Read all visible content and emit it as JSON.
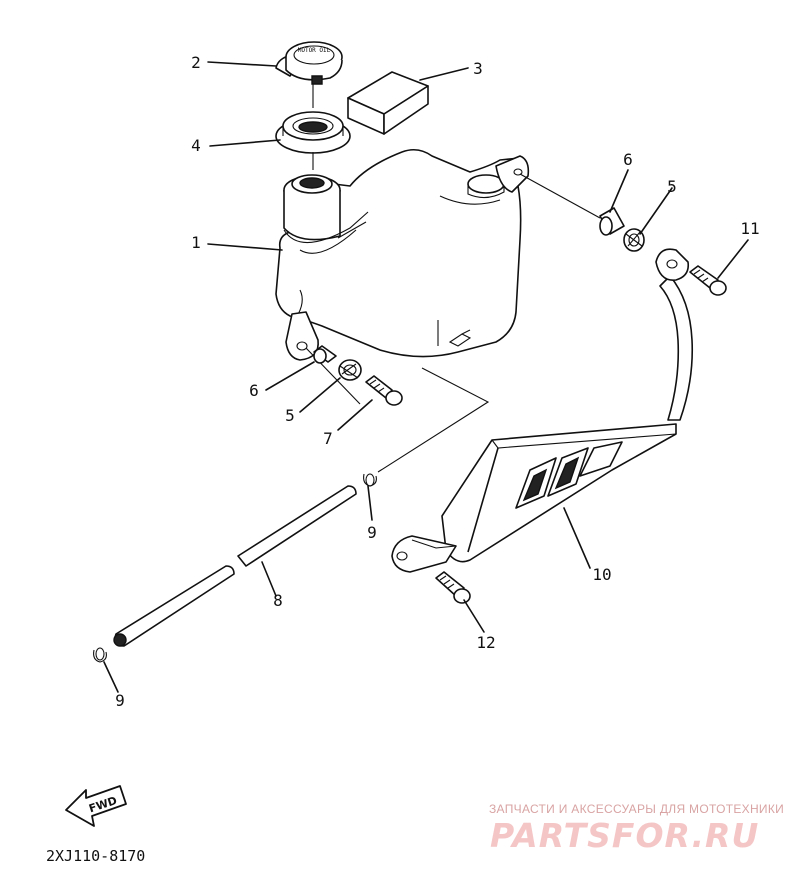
{
  "diagram_code": "2XJ110-8170",
  "fwd_label": "FWD",
  "watermark": {
    "tagline": "ЗАПЧАСТИ И АКСЕССУАРЫ ДЛЯ МОТОТЕХНИКИ",
    "logo_text": "PARTSFOR.RU"
  },
  "cap_text": "MOTOR OIL",
  "callouts": [
    {
      "id": "c1",
      "label": "1"
    },
    {
      "id": "c2",
      "label": "2"
    },
    {
      "id": "c3",
      "label": "3"
    },
    {
      "id": "c4",
      "label": "4"
    },
    {
      "id": "c5a",
      "label": "5"
    },
    {
      "id": "c5b",
      "label": "5"
    },
    {
      "id": "c6a",
      "label": "6"
    },
    {
      "id": "c6b",
      "label": "6"
    },
    {
      "id": "c7",
      "label": "7"
    },
    {
      "id": "c8",
      "label": "8"
    },
    {
      "id": "c9a",
      "label": "9"
    },
    {
      "id": "c9b",
      "label": "9"
    },
    {
      "id": "c10",
      "label": "10"
    },
    {
      "id": "c11",
      "label": "11"
    },
    {
      "id": "c12",
      "label": "12"
    }
  ]
}
